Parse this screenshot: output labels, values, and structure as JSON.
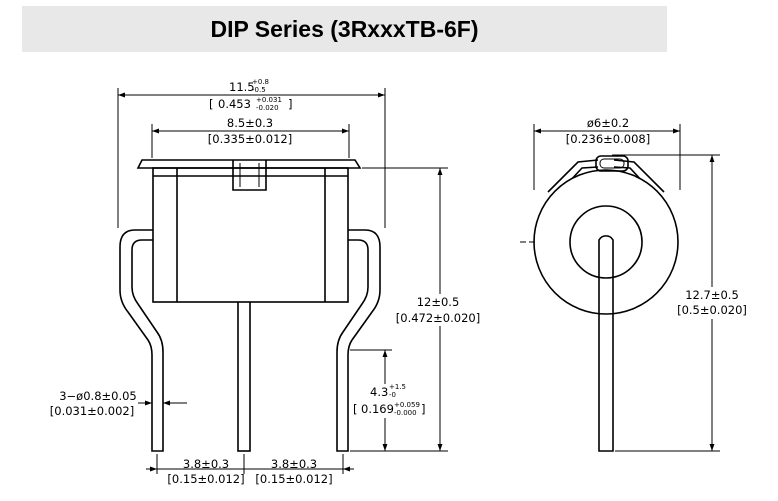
{
  "title": "DIP Series (3RxxxTB-6F)",
  "dims": {
    "width_total": {
      "main": "11.5",
      "tol_plus": "+0.8",
      "tol_minus": "-0.5",
      "inch_main": "0.453",
      "inch_plus": "+0.031",
      "inch_minus": "-0.020"
    },
    "width_body": {
      "main": "8.5±0.3",
      "inch": "[0.335±0.012]"
    },
    "diameter": {
      "main": "ø6±0.2",
      "inch": "[0.236±0.008]"
    },
    "height": {
      "main": "12±0.5",
      "inch": "[0.472±0.020]"
    },
    "side_height": {
      "main": "12.7±0.5",
      "inch": "[0.5±0.020]"
    },
    "lead_dia": {
      "main": "3−ø0.8±0.05",
      "inch": "[0.031±0.002]"
    },
    "lead_len": {
      "main": "4.3",
      "tol_plus": "+1.5",
      "tol_minus": "-0",
      "inch_main": "0.169",
      "inch_plus": "+0.059",
      "inch_minus": "-0.000"
    },
    "pitch_left": {
      "main": "3.8±0.3",
      "inch": "[0.15±0.012]"
    },
    "pitch_right": {
      "main": "3.8±0.3",
      "inch": "[0.15±0.012]"
    }
  }
}
